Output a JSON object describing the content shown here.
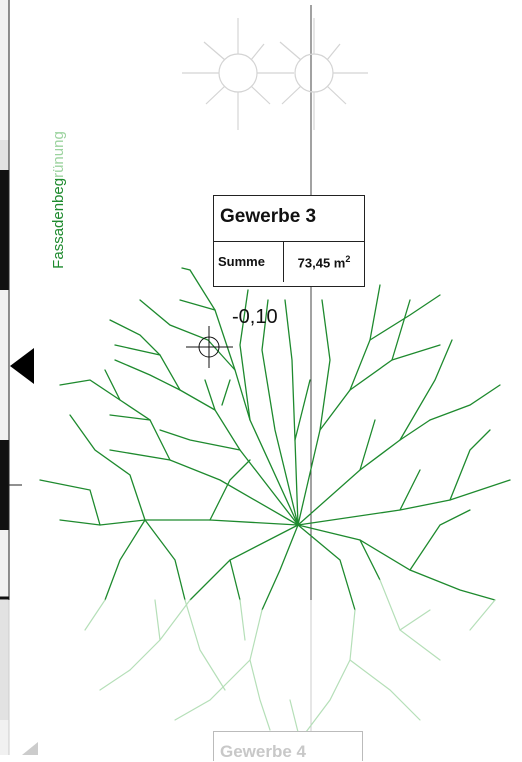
{
  "side_label": {
    "dark": "Fassadenbeg",
    "light": "rünung"
  },
  "room_label": {
    "title": "Gewerbe 3",
    "sum_label": "Summe",
    "sum_value": "73,45 m",
    "sum_unit_sup": "2"
  },
  "level_marker": "-0,10",
  "next_room_label": "Gewerbe 4",
  "colors": {
    "tree": "#1e8a2e",
    "tree_faded": "#b5dfb8",
    "line": "#333333",
    "faded_line": "#cccccc"
  }
}
